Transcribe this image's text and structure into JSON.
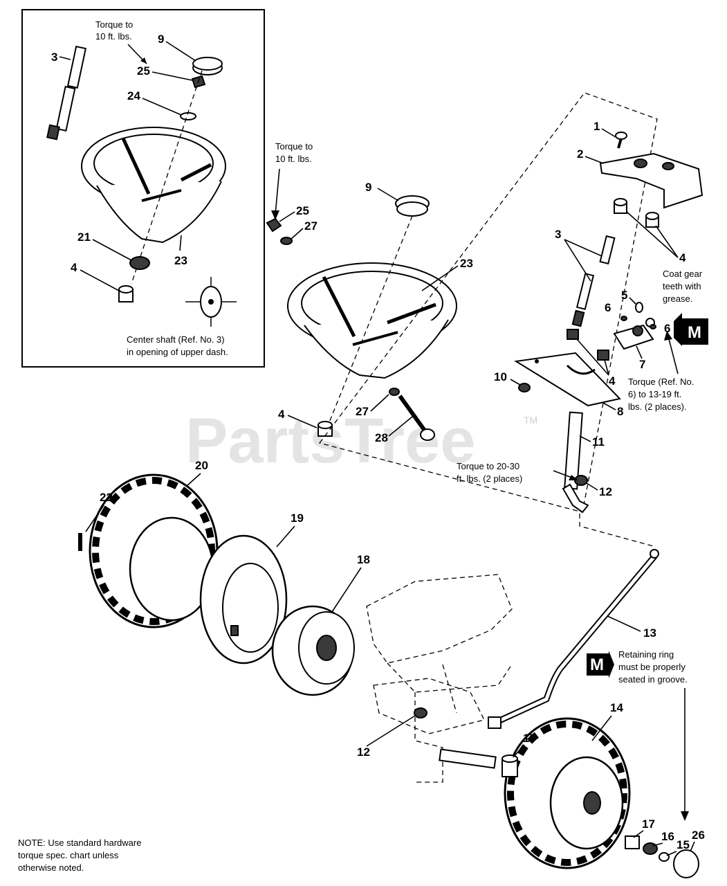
{
  "diagram": {
    "watermark": "PartsTree",
    "trademark": "TM",
    "inset_labels": {
      "torque_top": [
        "Torque to",
        "10 ft. lbs."
      ],
      "center_shaft": [
        "Center shaft (Ref. No. 3)",
        "in opening of upper dash."
      ]
    },
    "notes": {
      "torque_nut": [
        "Torque to",
        "10 ft. lbs."
      ],
      "coat_gear": [
        "Coat gear",
        "teeth with",
        "grease."
      ],
      "torque_ref6": [
        "Torque (Ref. No.",
        "6) to 13-19 ft.",
        "lbs. (2 places)."
      ],
      "torque_20_30": [
        "Torque to 20-30",
        "ft. lbs. (2 places)"
      ],
      "retaining_ring": [
        "Retaining ring",
        "must be properly",
        "seated in groove."
      ],
      "footer_note": [
        "NOTE: Use standard hardware",
        "torque spec. chart unless",
        "otherwise noted."
      ]
    },
    "badges": {
      "m_upper": "M",
      "m_lower": "M"
    },
    "callouts": {
      "inset_3": "3",
      "inset_9": "9",
      "inset_25": "25",
      "inset_24": "24",
      "inset_21": "21",
      "inset_23": "23",
      "inset_4": "4",
      "main_9": "9",
      "main_25": "25",
      "main_27": "27",
      "main_23": "23",
      "main_27b": "27",
      "main_28": "28",
      "main_4": "4",
      "c1": "1",
      "c2": "2",
      "c3": "3",
      "c4a": "4",
      "c5": "5",
      "c6a": "6",
      "c6b": "6",
      "c7": "7",
      "c4b": "4",
      "c10": "10",
      "c8": "8",
      "c11": "11",
      "c12a": "12",
      "c20": "20",
      "c22": "22",
      "c19": "19",
      "c18": "18",
      "c13": "13",
      "c12b": "12",
      "c14": "14",
      "c17a": "17",
      "c17b": "17",
      "c16": "16",
      "c15": "15",
      "c26": "26"
    }
  }
}
